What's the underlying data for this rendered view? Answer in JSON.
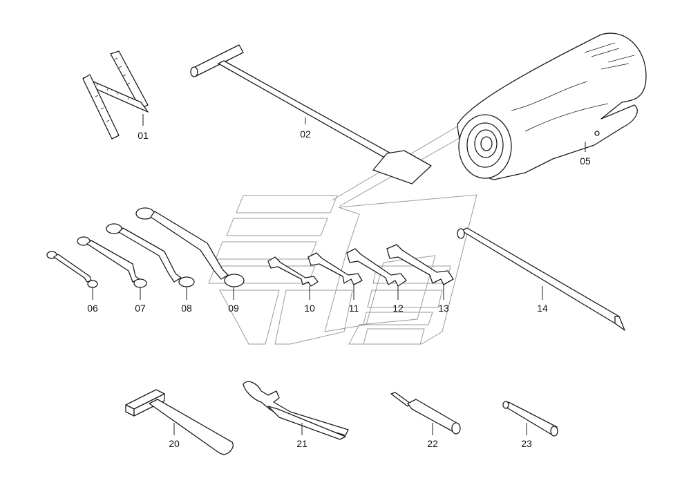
{
  "parts": [
    {
      "id": "01",
      "label": "01",
      "name": "folding-ruler"
    },
    {
      "id": "02",
      "label": "02",
      "name": "t-handle-tool"
    },
    {
      "id": "05",
      "label": "05",
      "name": "tool-roll"
    },
    {
      "id": "06",
      "label": "06",
      "name": "ring-spanner"
    },
    {
      "id": "07",
      "label": "07",
      "name": "ring-spanner"
    },
    {
      "id": "08",
      "label": "08",
      "name": "ring-spanner"
    },
    {
      "id": "09",
      "label": "09",
      "name": "ring-spanner"
    },
    {
      "id": "10",
      "label": "10",
      "name": "open-end-wrench"
    },
    {
      "id": "11",
      "label": "11",
      "name": "open-end-wrench"
    },
    {
      "id": "12",
      "label": "12",
      "name": "open-end-wrench"
    },
    {
      "id": "13",
      "label": "13",
      "name": "open-end-wrench"
    },
    {
      "id": "14",
      "label": "14",
      "name": "tommy-bar"
    },
    {
      "id": "20",
      "label": "20",
      "name": "hammer"
    },
    {
      "id": "21",
      "label": "21",
      "name": "water-pump-pliers"
    },
    {
      "id": "22",
      "label": "22",
      "name": "screwdriver"
    },
    {
      "id": "23",
      "label": "23",
      "name": "drift-pin"
    }
  ]
}
